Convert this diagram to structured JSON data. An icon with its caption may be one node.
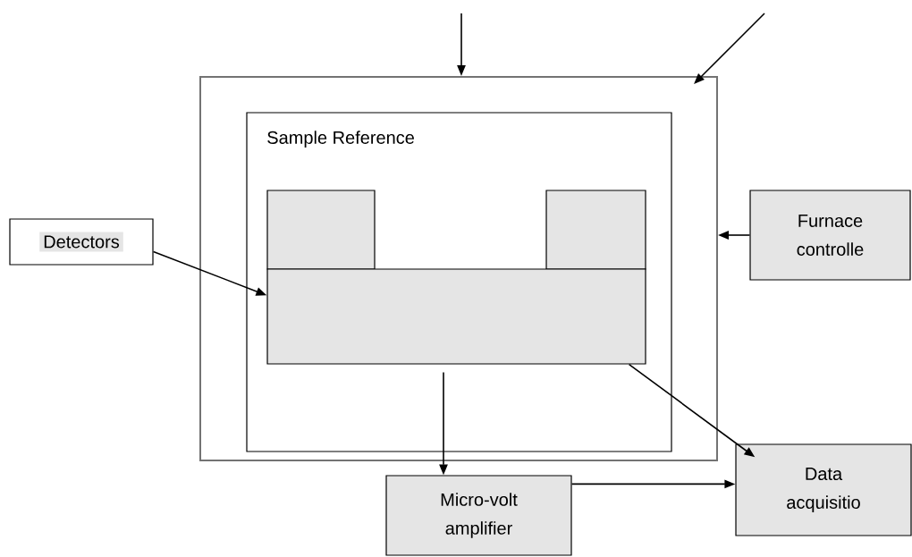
{
  "diagram": {
    "nodes": [
      {
        "text": [],
        "shape": "box"
      },
      {
        "text": [
          "Sample Reference"
        ],
        "in": 0
      },
      {
        "text": [],
        "shape": "box",
        "in": 1
      },
      {
        "text": [],
        "shape": "box",
        "in": 1
      },
      {
        "text": [],
        "shape": "box",
        "in": 1
      },
      {
        "text": [
          "Detectors"
        ]
      },
      {
        "text": [
          "Furnace controlle"
        ]
      },
      {
        "text": [
          "Micro-volt amplifier"
        ]
      },
      {
        "text": [
          "Data acquisitio"
        ]
      }
    ],
    "edges": [
      {
        "from": null,
        "to": 0,
        "arrow": "to"
      },
      {
        "from": null,
        "to": 0,
        "arrow": "to"
      },
      {
        "from": 5,
        "to": 4,
        "arrow": "to"
      },
      {
        "from": 6,
        "to": 0,
        "arrow": "to"
      },
      {
        "from": 4,
        "to": 7,
        "arrow": "to"
      },
      {
        "from": 4,
        "to": 8,
        "arrow": "to"
      },
      {
        "from": 7,
        "to": 8,
        "arrow": "to"
      }
    ]
  }
}
